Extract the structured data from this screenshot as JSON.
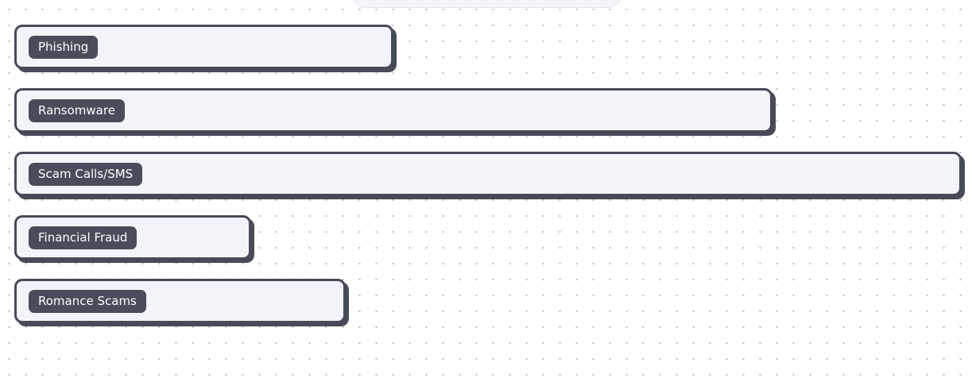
{
  "chart_data": {
    "type": "bar",
    "orientation": "horizontal",
    "categories": [
      "Phishing",
      "Ransomware",
      "Scam Calls/SMS",
      "Financial Fraud",
      "Romance Scams"
    ],
    "values": [
      40,
      80,
      100,
      25,
      35
    ],
    "xlim": [
      0,
      100
    ],
    "title": "",
    "xlabel": "",
    "ylabel": "",
    "grid": "dotted background",
    "legend": "none"
  },
  "colors": {
    "bar_fill": "#f3f4f9",
    "bar_border": "#474b57",
    "label_background": "#494d59",
    "label_text": "#ffffff",
    "dot_grid": "#b9bcc4"
  }
}
